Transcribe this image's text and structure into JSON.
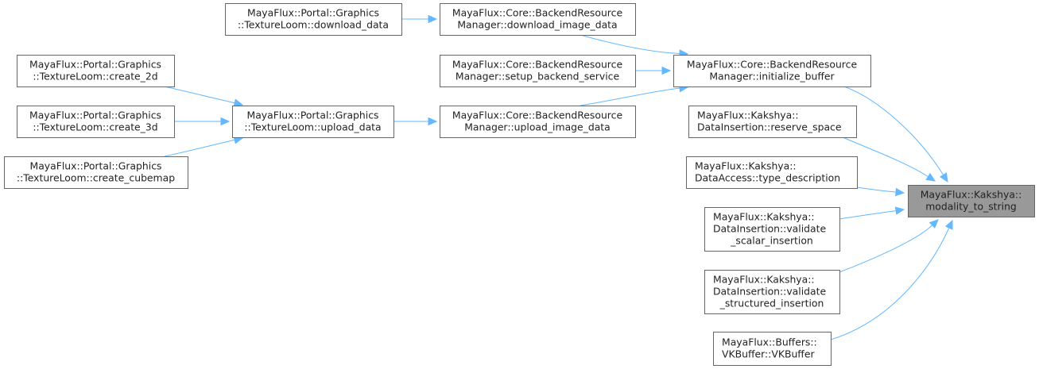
{
  "diagram": {
    "type": "caller-graph",
    "edge_color": "#63b8ff",
    "focus_fill": "#999999",
    "nodes": [
      {
        "id": "focus",
        "lines": [
          "MayaFlux::Kakshya::",
          "modality_to_string"
        ],
        "focus": true
      },
      {
        "id": "init_buffer",
        "lines": [
          "MayaFlux::Core::BackendResource",
          "Manager::initialize_buffer"
        ]
      },
      {
        "id": "reserve_space",
        "lines": [
          "MayaFlux::Kakshya::",
          "DataInsertion::reserve_space"
        ]
      },
      {
        "id": "type_description",
        "lines": [
          "MayaFlux::Kakshya::",
          "DataAccess::type_description"
        ]
      },
      {
        "id": "validate_scalar",
        "lines": [
          "MayaFlux::Kakshya::",
          "DataInsertion::validate",
          "_scalar_insertion"
        ]
      },
      {
        "id": "validate_structured",
        "lines": [
          "MayaFlux::Kakshya::",
          "DataInsertion::validate",
          "_structured_insertion"
        ]
      },
      {
        "id": "vkbuffer",
        "lines": [
          "MayaFlux::Buffers::",
          "VKBuffer::VKBuffer"
        ]
      },
      {
        "id": "download_image",
        "lines": [
          "MayaFlux::Core::BackendResource",
          "Manager::download_image_data"
        ]
      },
      {
        "id": "setup_backend",
        "lines": [
          "MayaFlux::Core::BackendResource",
          "Manager::setup_backend_service"
        ]
      },
      {
        "id": "upload_image",
        "lines": [
          "MayaFlux::Core::BackendResource",
          "Manager::upload_image_data"
        ]
      },
      {
        "id": "download_data",
        "lines": [
          "MayaFlux::Portal::Graphics",
          "::TextureLoom::download_data"
        ]
      },
      {
        "id": "upload_data",
        "lines": [
          "MayaFlux::Portal::Graphics",
          "::TextureLoom::upload_data"
        ]
      },
      {
        "id": "create_2d",
        "lines": [
          "MayaFlux::Portal::Graphics",
          "::TextureLoom::create_2d"
        ]
      },
      {
        "id": "create_3d",
        "lines": [
          "MayaFlux::Portal::Graphics",
          "::TextureLoom::create_3d"
        ]
      },
      {
        "id": "create_cubemap",
        "lines": [
          "MayaFlux::Portal::Graphics",
          "::TextureLoom::create_cubemap"
        ]
      }
    ],
    "edges": [
      {
        "from": "init_buffer",
        "to": "focus"
      },
      {
        "from": "reserve_space",
        "to": "focus"
      },
      {
        "from": "type_description",
        "to": "focus"
      },
      {
        "from": "validate_scalar",
        "to": "focus"
      },
      {
        "from": "validate_structured",
        "to": "focus"
      },
      {
        "from": "vkbuffer",
        "to": "focus"
      },
      {
        "from": "download_image",
        "to": "init_buffer"
      },
      {
        "from": "setup_backend",
        "to": "init_buffer"
      },
      {
        "from": "upload_image",
        "to": "init_buffer"
      },
      {
        "from": "download_data",
        "to": "download_image"
      },
      {
        "from": "upload_data",
        "to": "upload_image"
      },
      {
        "from": "create_2d",
        "to": "upload_data"
      },
      {
        "from": "create_3d",
        "to": "upload_data"
      },
      {
        "from": "create_cubemap",
        "to": "upload_data"
      }
    ]
  }
}
